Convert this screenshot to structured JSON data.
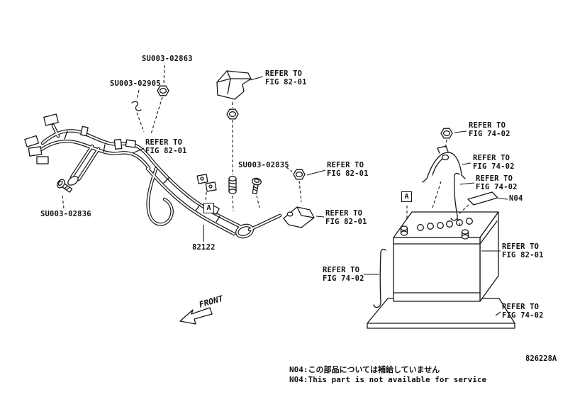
{
  "diagram": {
    "front_label": "FRONT",
    "drawing_code": "826228A",
    "marker_a": "A",
    "marker_n04": "N04"
  },
  "callouts": {
    "refer_fig_82_01": {
      "line1": "REFER TO",
      "line2": "FIG 82-01"
    },
    "refer_fig_74_02": {
      "line1": "REFER TO",
      "line2": "FIG 74-02"
    }
  },
  "part_numbers": {
    "su003_02863": "SU003-02863",
    "su003_02905": "SU003-02905",
    "su003_02835": "SU003-02835",
    "su003_02836": "SU003-02836",
    "harness_82122": "82122"
  },
  "footnotes": {
    "japanese": "N04:この部品については補給していません",
    "english": "N04:This part is not available for service"
  }
}
